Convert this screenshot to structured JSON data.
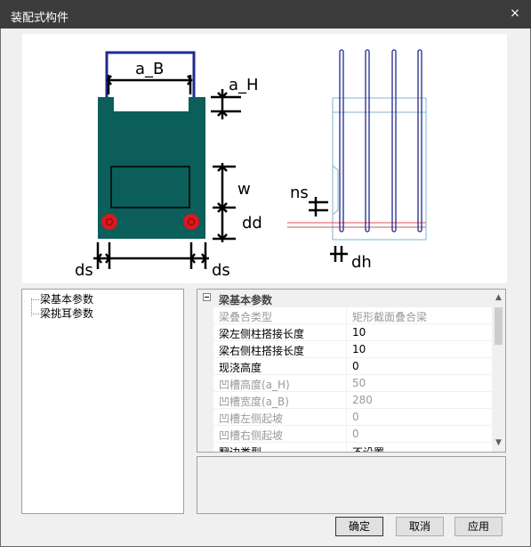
{
  "window": {
    "title": "装配式构件",
    "close_symbol": "×"
  },
  "drawing": {
    "labels": {
      "a_B": "a_B",
      "a_H": "a_H",
      "w": "w",
      "dd": "dd",
      "ds_left": "ds",
      "ds_right": "ds",
      "ns": "ns",
      "dh": "dh"
    },
    "colors": {
      "beam_fill": "#0b5e5a",
      "rebar": "#d71920",
      "stirrup": "#1f2a8c",
      "elevation_lines": "#7fb3d6",
      "section_red_lines": "#e05050"
    }
  },
  "tree": {
    "items": [
      "梁基本参数",
      "梁挑耳参数"
    ]
  },
  "grid": {
    "category": "梁基本参数",
    "rows": [
      {
        "name": "梁叠合类型",
        "value": "矩形截面叠合梁",
        "enabled": false
      },
      {
        "name": "梁左侧柱搭接长度",
        "value": "10",
        "enabled": true
      },
      {
        "name": "梁右侧柱搭接长度",
        "value": "10",
        "enabled": true
      },
      {
        "name": "现浇高度",
        "value": "0",
        "enabled": true
      },
      {
        "name": "凹槽高度(a_H)",
        "value": "50",
        "enabled": false
      },
      {
        "name": "凹槽宽度(a_B)",
        "value": "280",
        "enabled": false
      },
      {
        "name": "凹槽左侧起坡",
        "value": "0",
        "enabled": false
      },
      {
        "name": "凹槽右侧起坡",
        "value": "0",
        "enabled": false
      },
      {
        "name": "翻边类型",
        "value": "不设置",
        "enabled": true
      }
    ]
  },
  "buttons": {
    "ok": "确定",
    "cancel": "取消",
    "apply": "应用"
  }
}
